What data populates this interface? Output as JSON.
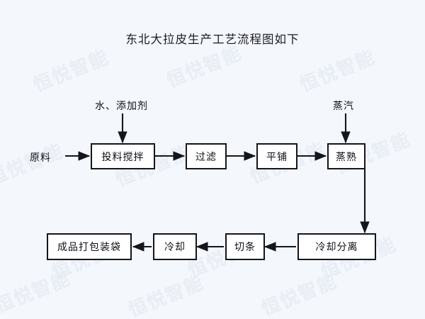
{
  "diagram": {
    "title": "东北大拉皮生产工艺流程图如下",
    "background_color": "#f4f7fb",
    "line_color": "#15151c",
    "box_fill": "#ffffff",
    "watermark_text": "恒悦智能",
    "type": "process-flowchart",
    "labels": {
      "raw_material": "原料",
      "water_additive": "水、添加剂",
      "steam": "蒸汽"
    },
    "nodes": [
      {
        "id": "mixing",
        "label": "投料搅拌",
        "row": "top",
        "order": 1
      },
      {
        "id": "filtering",
        "label": "过滤",
        "row": "top",
        "order": 2
      },
      {
        "id": "spreading",
        "label": "平铺",
        "row": "top",
        "order": 3
      },
      {
        "id": "steaming",
        "label": "蒸熟",
        "row": "top",
        "order": 4
      },
      {
        "id": "cool-sep",
        "label": "冷却分离",
        "row": "bottom",
        "order": 1
      },
      {
        "id": "cutting",
        "label": "切条",
        "row": "bottom",
        "order": 2
      },
      {
        "id": "cooling",
        "label": "冷却",
        "row": "bottom",
        "order": 3
      },
      {
        "id": "packaging",
        "label": "成品打包装袋",
        "row": "bottom",
        "order": 4
      }
    ],
    "edges": [
      {
        "from": "原料",
        "to": "投料搅拌",
        "direction": "right"
      },
      {
        "from": "水、添加剂",
        "to": "投料搅拌",
        "direction": "down"
      },
      {
        "from": "投料搅拌",
        "to": "过滤",
        "direction": "right"
      },
      {
        "from": "过滤",
        "to": "平铺",
        "direction": "right"
      },
      {
        "from": "平铺",
        "to": "蒸熟",
        "direction": "right"
      },
      {
        "from": "蒸汽",
        "to": "蒸熟",
        "direction": "down"
      },
      {
        "from": "蒸熟",
        "to": "冷却分离",
        "direction": "down"
      },
      {
        "from": "冷却分离",
        "to": "切条",
        "direction": "left"
      },
      {
        "from": "切条",
        "to": "冷却",
        "direction": "left"
      },
      {
        "from": "冷却",
        "to": "成品打包装袋",
        "direction": "left"
      }
    ]
  }
}
